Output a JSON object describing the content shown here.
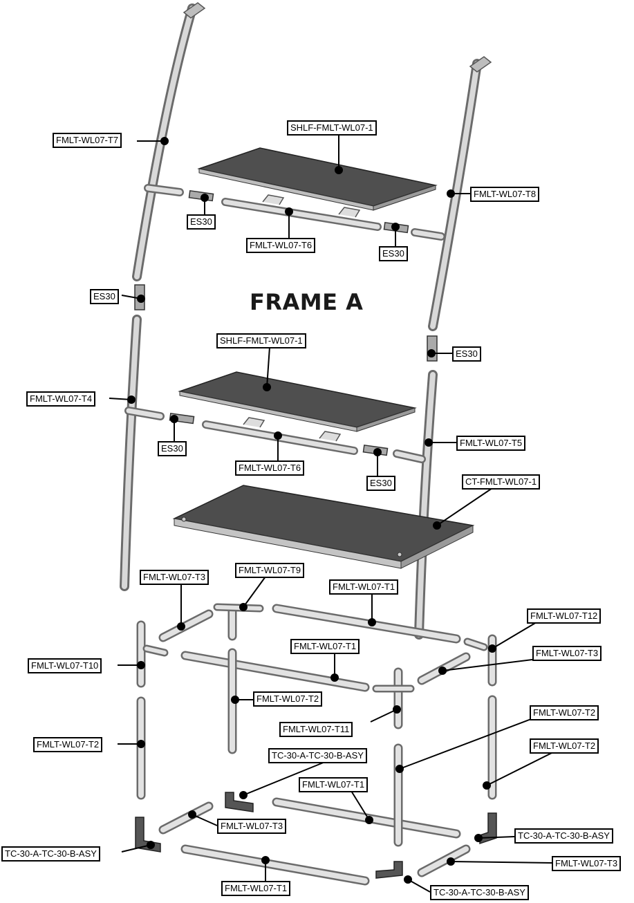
{
  "title": "FRAME A",
  "callouts": [
    {
      "id": "t7",
      "text": "FMLT-WL07-T7"
    },
    {
      "id": "shelf_top",
      "text": "SHLF-FMLT-WL07-1"
    },
    {
      "id": "t8",
      "text": "FMLT-WL07-T8"
    },
    {
      "id": "es30_a",
      "text": "ES30"
    },
    {
      "id": "t6_a",
      "text": "FMLT-WL07-T6"
    },
    {
      "id": "es30_b",
      "text": "ES30"
    },
    {
      "id": "es30_c",
      "text": "ES30"
    },
    {
      "id": "shelf_mid",
      "text": "SHLF-FMLT-WL07-1"
    },
    {
      "id": "es30_d",
      "text": "ES30"
    },
    {
      "id": "t4",
      "text": "FMLT-WL07-T4"
    },
    {
      "id": "es30_e",
      "text": "ES30"
    },
    {
      "id": "t5",
      "text": "FMLT-WL07-T5"
    },
    {
      "id": "t6_b",
      "text": "FMLT-WL07-T6"
    },
    {
      "id": "ct",
      "text": "CT-FMLT-WL07-1"
    },
    {
      "id": "es30_f",
      "text": "ES30"
    },
    {
      "id": "t3_a",
      "text": "FMLT-WL07-T3"
    },
    {
      "id": "t9",
      "text": "FMLT-WL07-T9"
    },
    {
      "id": "t1_a",
      "text": "FMLT-WL07-T1"
    },
    {
      "id": "t12",
      "text": "FMLT-WL07-T12"
    },
    {
      "id": "t1_b",
      "text": "FMLT-WL07-T1"
    },
    {
      "id": "t3_b",
      "text": "FMLT-WL07-T3"
    },
    {
      "id": "t10",
      "text": "FMLT-WL07-T10"
    },
    {
      "id": "t2_a",
      "text": "FMLT-WL07-T2"
    },
    {
      "id": "t11",
      "text": "FMLT-WL07-T11"
    },
    {
      "id": "t2_b",
      "text": "FMLT-WL07-T2"
    },
    {
      "id": "t2_c",
      "text": "FMLT-WL07-T2"
    },
    {
      "id": "t2_d",
      "text": "FMLT-WL07-T2"
    },
    {
      "id": "tc_a",
      "text": "TC-30-A-TC-30-B-ASY"
    },
    {
      "id": "t1_c",
      "text": "FMLT-WL07-T1"
    },
    {
      "id": "t3_c",
      "text": "FMLT-WL07-T3"
    },
    {
      "id": "tc_b",
      "text": "TC-30-A-TC-30-B-ASY"
    },
    {
      "id": "tc_c",
      "text": "TC-30-A-TC-30-B-ASY"
    },
    {
      "id": "t3_d",
      "text": "FMLT-WL07-T3"
    },
    {
      "id": "t1_d",
      "text": "FMLT-WL07-T1"
    },
    {
      "id": "tc_d",
      "text": "TC-30-A-TC-30-B-ASY"
    }
  ]
}
